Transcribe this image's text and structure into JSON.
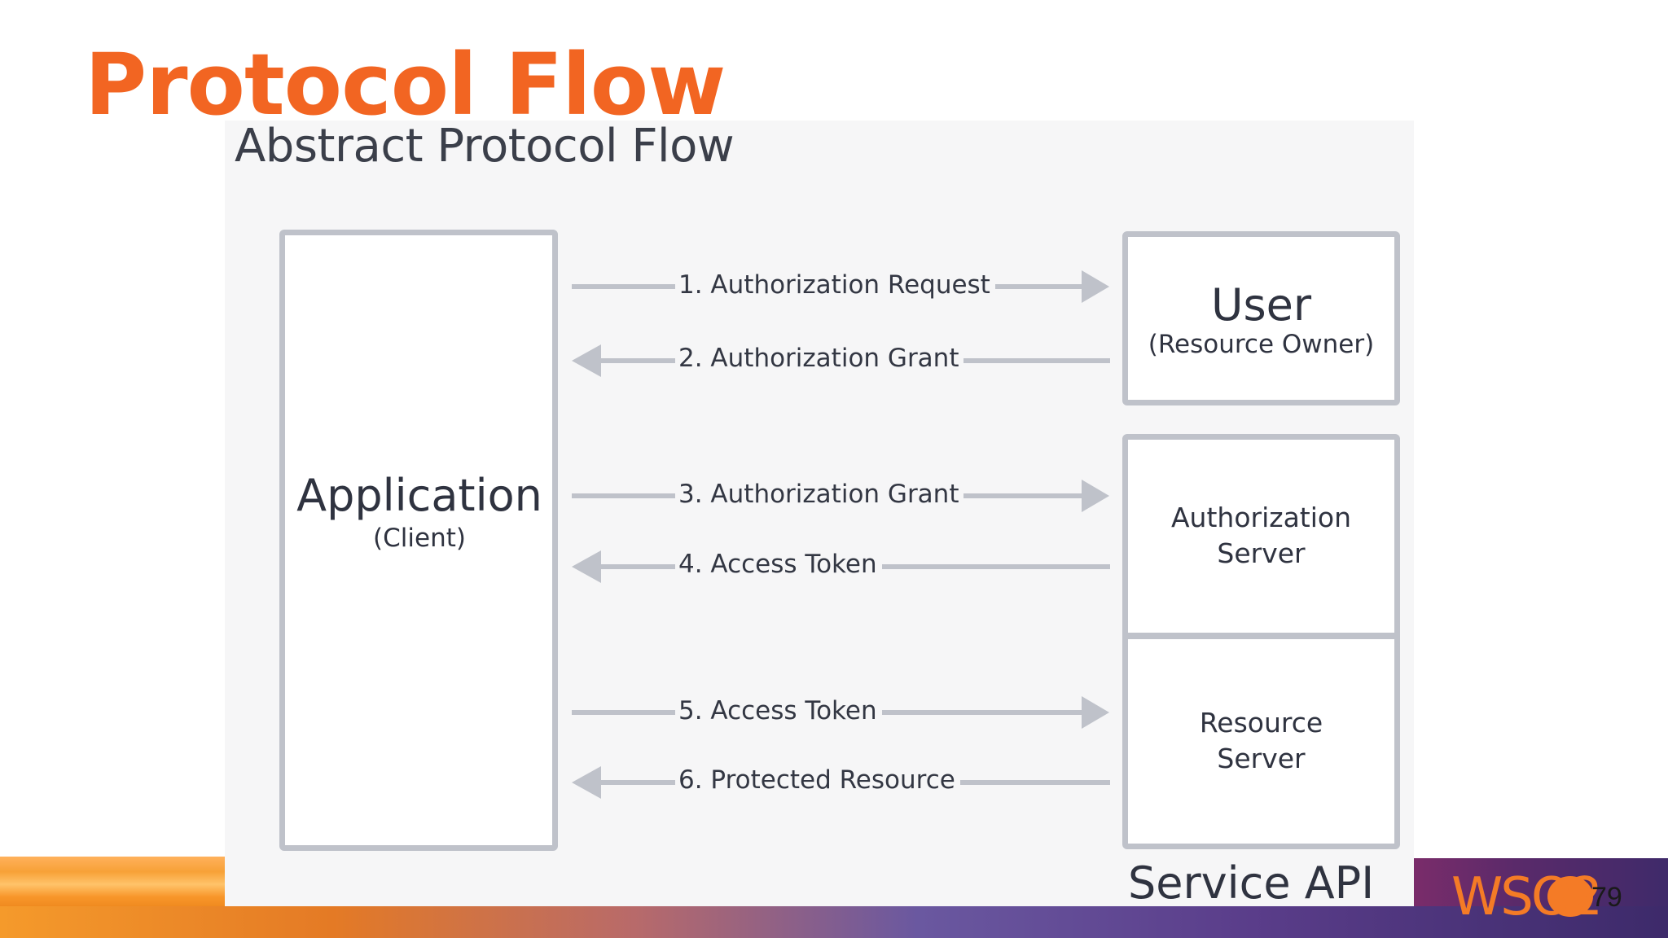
{
  "slide": {
    "title": "Protocol Flow",
    "page_number": "79",
    "logo_text": "WSO2"
  },
  "diagram": {
    "title": "Abstract Protocol Flow",
    "nodes": {
      "application": {
        "name": "Application",
        "sub": "(Client)"
      },
      "user": {
        "name": "User",
        "sub": "(Resource Owner)"
      },
      "auth_server": {
        "line1": "Authorization",
        "line2": "Server"
      },
      "resource_server": {
        "line1": "Resource",
        "line2": "Server"
      },
      "service_api": "Service API"
    },
    "steps": [
      {
        "label": "1. Authorization Request",
        "direction": "right"
      },
      {
        "label": "2. Authorization Grant",
        "direction": "left"
      },
      {
        "label": "3. Authorization Grant",
        "direction": "right"
      },
      {
        "label": "4. Access Token",
        "direction": "left"
      },
      {
        "label": "5. Access Token",
        "direction": "right"
      },
      {
        "label": "6. Protected Resource",
        "direction": "left"
      }
    ],
    "colors": {
      "title_accent": "#f26522",
      "box_border": "#bfc2ca",
      "arrow": "#bfc2ca",
      "text": "#2f3340"
    }
  }
}
